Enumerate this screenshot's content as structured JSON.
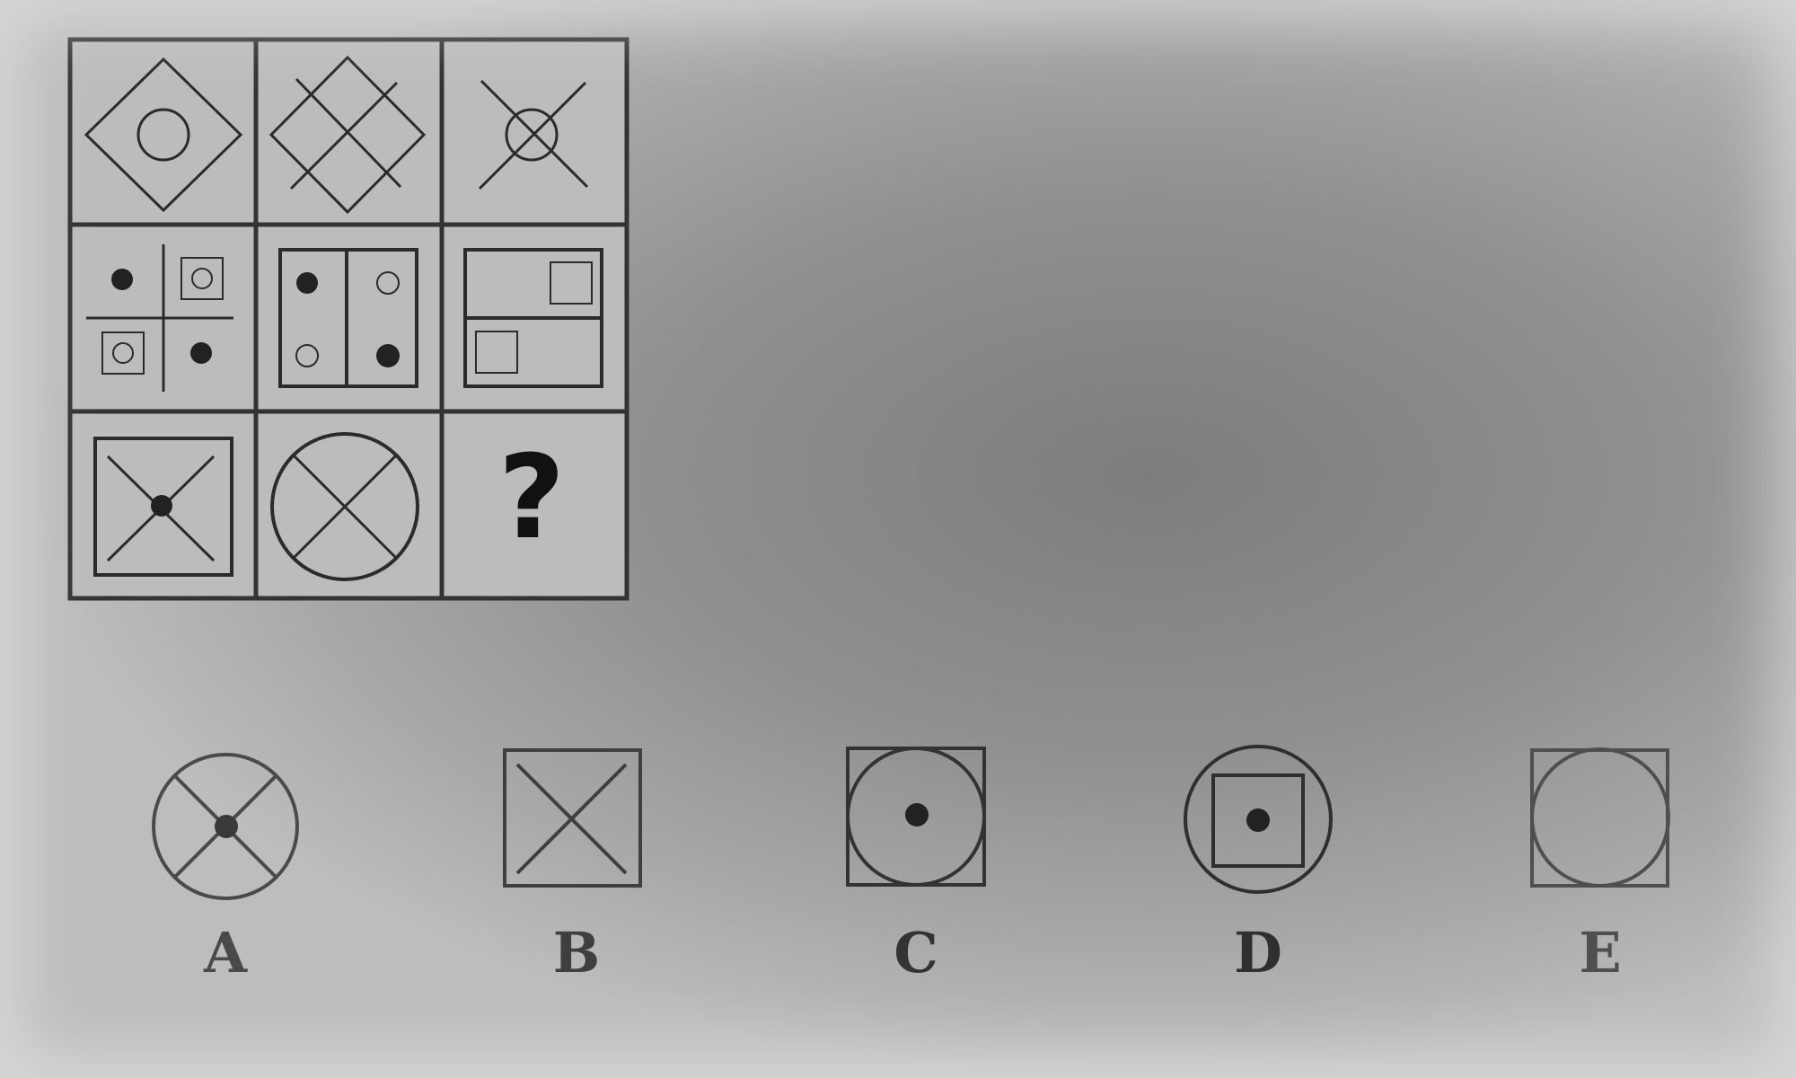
{
  "matrix": {
    "missing_symbol": "?",
    "cells": [
      {
        "row": 1,
        "col": 1,
        "icon": "diamond-with-circle-icon"
      },
      {
        "row": 1,
        "col": 2,
        "icon": "diamond-with-cross-lines-icon"
      },
      {
        "row": 1,
        "col": 3,
        "icon": "x-lines-with-circle-icon"
      },
      {
        "row": 2,
        "col": 1,
        "icon": "plus-with-dots-and-squares-icon"
      },
      {
        "row": 2,
        "col": 2,
        "icon": "split-rectangle-with-dots-icon"
      },
      {
        "row": 2,
        "col": 3,
        "icon": "split-rectangle-with-squares-icon"
      },
      {
        "row": 3,
        "col": 1,
        "icon": "square-with-x-and-dot-icon"
      },
      {
        "row": 3,
        "col": 2,
        "icon": "circle-with-x-icon"
      },
      {
        "row": 3,
        "col": 3,
        "icon": "question-mark-icon"
      }
    ]
  },
  "options": [
    {
      "label": "A",
      "icon": "circle-with-x-and-dot-icon",
      "color": "#4a4a4a"
    },
    {
      "label": "B",
      "icon": "square-with-x-icon",
      "color": "#3f3f3f"
    },
    {
      "label": "C",
      "icon": "square-with-circle-and-dot-icon",
      "color": "#333333"
    },
    {
      "label": "D",
      "icon": "circle-with-square-and-dot-icon",
      "color": "#2f2f2f"
    },
    {
      "label": "E",
      "icon": "square-with-circle-icon",
      "color": "#4f4f4f"
    }
  ],
  "colors": {
    "line": "#2b2b2b",
    "cell_fill": "#bcbcbc",
    "mark": "#222222"
  }
}
